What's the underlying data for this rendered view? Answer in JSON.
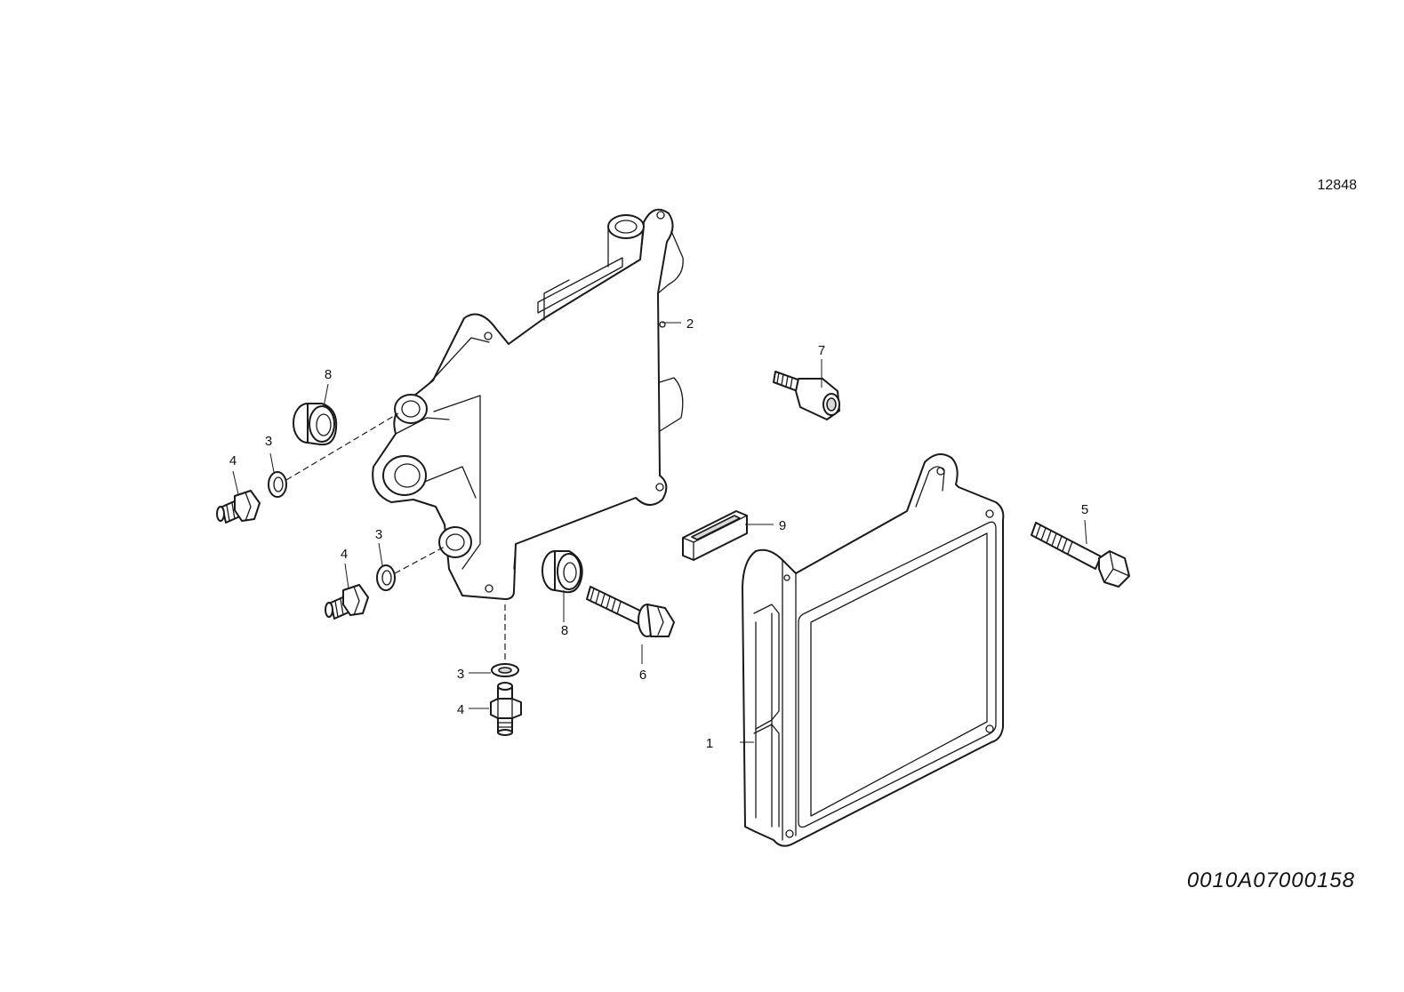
{
  "sheet_number": "12848",
  "drawing_number": "0010A07000158",
  "callouts": [
    {
      "id": "c1",
      "label": "1"
    },
    {
      "id": "c2",
      "label": "2"
    },
    {
      "id": "c3a",
      "label": "3"
    },
    {
      "id": "c3b",
      "label": "3"
    },
    {
      "id": "c3c",
      "label": "3"
    },
    {
      "id": "c4a",
      "label": "4"
    },
    {
      "id": "c4b",
      "label": "4"
    },
    {
      "id": "c4c",
      "label": "4"
    },
    {
      "id": "c5",
      "label": "5"
    },
    {
      "id": "c6",
      "label": "6"
    },
    {
      "id": "c7",
      "label": "7"
    },
    {
      "id": "c8a",
      "label": "8"
    },
    {
      "id": "c8b",
      "label": "8"
    },
    {
      "id": "c9",
      "label": "9"
    }
  ]
}
